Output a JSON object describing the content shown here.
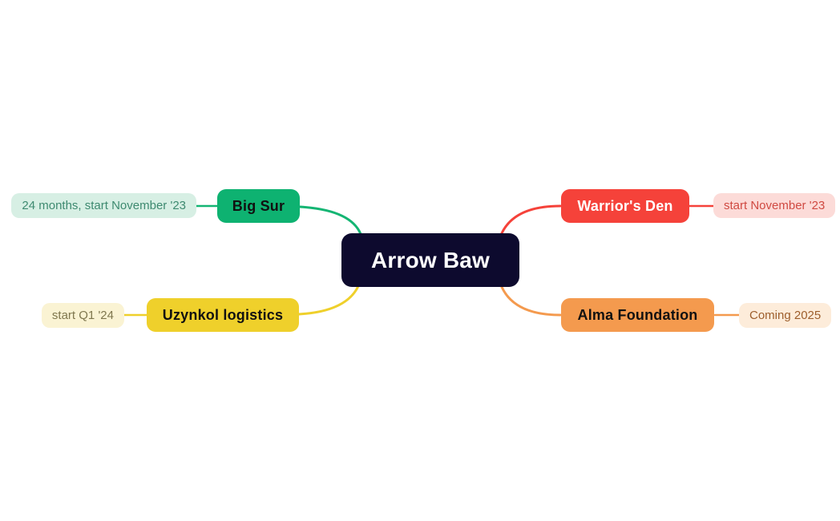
{
  "canvas": {
    "background": "#ffffff"
  },
  "mindmap": {
    "root": {
      "label": "Arrow Baw",
      "bg_color": "#0d0a2e",
      "text_color": "#ffffff"
    },
    "branches": [
      {
        "id": "big-sur",
        "side": "left",
        "position": "top",
        "label": "Big Sur",
        "node_bg": "#0eb271",
        "node_text": "#111111",
        "connector_color": "#14b573",
        "note": {
          "text": "24 months, start November '23",
          "bg": "#d7efe4",
          "text_color": "#3e8a70"
        }
      },
      {
        "id": "uzynkol-logistics",
        "side": "left",
        "position": "bottom",
        "label": "Uzynkol logistics",
        "node_bg": "#efd02b",
        "node_text": "#111111",
        "connector_color": "#efd02b",
        "note": {
          "text": "start Q1 '24",
          "bg": "#faf3d3",
          "text_color": "#7f774e"
        }
      },
      {
        "id": "warriors-den",
        "side": "right",
        "position": "top",
        "label": "Warrior's Den",
        "node_bg": "#f5423a",
        "node_text": "#ffffff",
        "connector_color": "#f5423a",
        "note": {
          "text": "start November '23",
          "bg": "#fcdbd8",
          "text_color": "#d04a42"
        }
      },
      {
        "id": "alma-foundation",
        "side": "right",
        "position": "bottom",
        "label": "Alma Foundation",
        "node_bg": "#f49a4e",
        "node_text": "#111111",
        "connector_color": "#f49a4e",
        "note": {
          "text": "Coming 2025",
          "bg": "#fdecda",
          "text_color": "#9d5e2c"
        }
      }
    ]
  }
}
